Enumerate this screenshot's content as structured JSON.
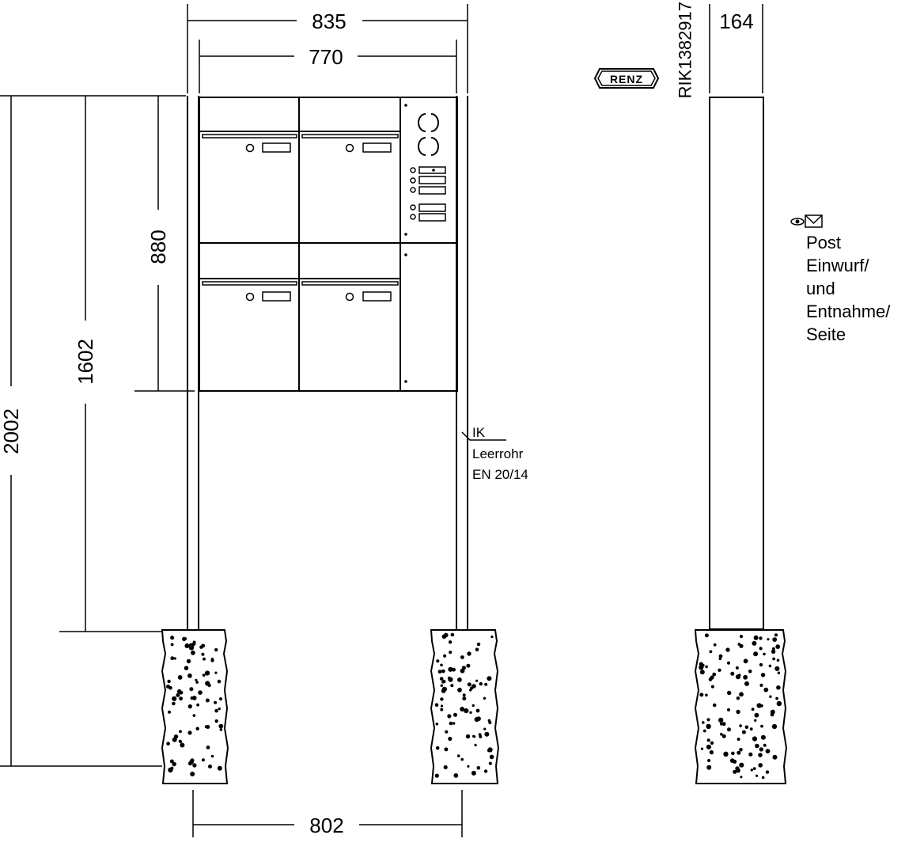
{
  "dimensions": {
    "overall_width": "835",
    "inner_width": "770",
    "post_spacing": "802",
    "total_height": "2002",
    "bottom_height": "1602",
    "box_height": "880",
    "post_depth": "164"
  },
  "article_number": "RIK1382917",
  "logo_text": "RENZ",
  "conduit_note": {
    "line1": "IK",
    "line2": "Leerrohr",
    "line3": "EN 20/14"
  },
  "side_note": {
    "line1": "Post",
    "line2": "Einwurf/",
    "line3": "und",
    "line4": "Entnahme/",
    "line5": "Seite"
  },
  "icons": [
    "eye-icon",
    "envelope-icon"
  ]
}
